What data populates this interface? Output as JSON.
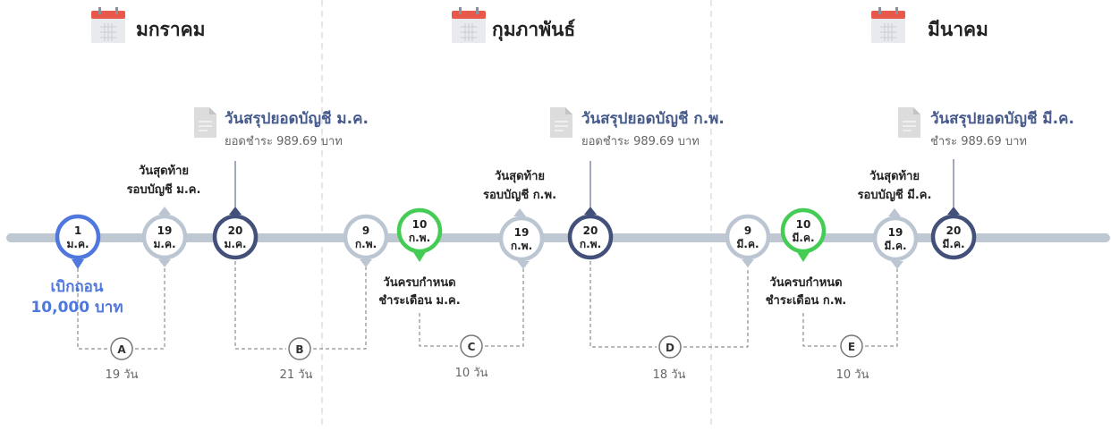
{
  "colors": {
    "line": "#bfc7d3",
    "navy": "#43507a",
    "blue": "#4f77dd",
    "green": "#45cc55",
    "gray_ring": "#bcc6d2",
    "text_dark": "#222222",
    "text_gray": "#666666",
    "cal_red": "#e8594c",
    "doc_gray": "#dcdcdc",
    "title_navy": "#465a8c"
  },
  "months": [
    {
      "label": "มกราคม",
      "icon": "calendar-icon"
    },
    {
      "label": "กุมภาพันธ์",
      "icon": "calendar-icon"
    },
    {
      "label": "มีนาคม",
      "icon": "calendar-icon"
    }
  ],
  "statements": [
    {
      "title": "วันสรุปยอดบัญชี ม.ค.",
      "amount": "ยอดชำระ 989.69 บาท",
      "icon": "document-icon"
    },
    {
      "title": "วันสรุปยอดบัญชี ก.พ.",
      "amount": "ยอดชำระ 989.69 บาท",
      "icon": "document-icon"
    },
    {
      "title": "วันสรุปยอดบัญชี มี.ค.",
      "amount": "ชำระ 989.69 บาท",
      "icon": "document-icon"
    }
  ],
  "nodes": [
    {
      "id": "n1",
      "day": "1",
      "month": "ม.ค.",
      "style": "blue"
    },
    {
      "id": "n2",
      "day": "19",
      "month": "ม.ค.",
      "style": "gray"
    },
    {
      "id": "n3",
      "day": "20",
      "month": "ม.ค.",
      "style": "navy"
    },
    {
      "id": "n4",
      "day": "9",
      "month": "ก.พ.",
      "style": "gray"
    },
    {
      "id": "n5",
      "day": "10",
      "month": "ก.พ.",
      "style": "green"
    },
    {
      "id": "n6",
      "day": "19",
      "month": "ก.พ.",
      "style": "gray"
    },
    {
      "id": "n7",
      "day": "20",
      "month": "ก.พ.",
      "style": "navy"
    },
    {
      "id": "n8",
      "day": "9",
      "month": "มี.ค.",
      "style": "gray"
    },
    {
      "id": "n9",
      "day": "10",
      "month": "มี.ค.",
      "style": "green"
    },
    {
      "id": "n10",
      "day": "19",
      "month": "มี.ค.",
      "style": "gray"
    },
    {
      "id": "n11",
      "day": "20",
      "month": "มี.ค.",
      "style": "navy"
    }
  ],
  "above_labels": [
    {
      "lines": [
        "วันสุดท้าย",
        "รอบบัญชี ม.ค."
      ]
    },
    {
      "lines": [
        "วันสุดท้าย",
        "รอบบัญชี ก.พ."
      ]
    },
    {
      "lines": [
        "วันสุดท้าย",
        "รอบบัญชี มี.ค."
      ]
    }
  ],
  "withdraw": {
    "lines": [
      "เบิกถอน",
      "10,000 บาท"
    ]
  },
  "due_labels": [
    {
      "lines": [
        "วันครบกำหนด",
        "ชำระเดือน ม.ค."
      ]
    },
    {
      "lines": [
        "วันครบกำหนด",
        "ชำระเดือน ก.พ."
      ]
    }
  ],
  "intervals": [
    {
      "letter": "A",
      "days": "19 วัน"
    },
    {
      "letter": "B",
      "days": "21 วัน"
    },
    {
      "letter": "C",
      "days": "10 วัน"
    },
    {
      "letter": "D",
      "days": "18 วัน"
    },
    {
      "letter": "E",
      "days": "10 วัน"
    }
  ]
}
